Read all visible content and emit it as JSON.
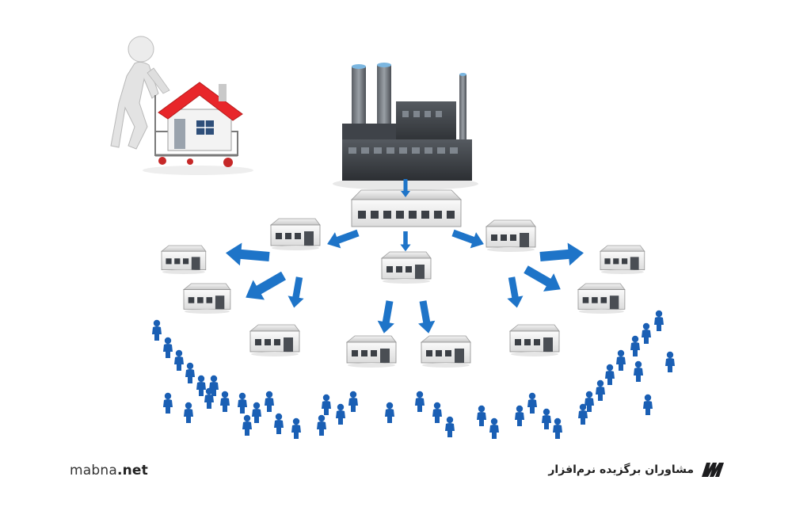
{
  "footer": {
    "site_name": "mabna",
    "site_tld": ".net",
    "brand_text": "مشاوران برگزیده نرم‌افزار"
  },
  "colors": {
    "arrow_blue": "#1e74c8",
    "people_blue": "#1a5fb4",
    "roof_red": "#e8262a",
    "factory_dark": "#3a3d42"
  },
  "icons": [
    "person-pushing-cart-icon",
    "house-icon",
    "factory-icon",
    "warehouse-icon",
    "arrow-icon",
    "customer-figure-icon",
    "mabna-logo-icon"
  ]
}
